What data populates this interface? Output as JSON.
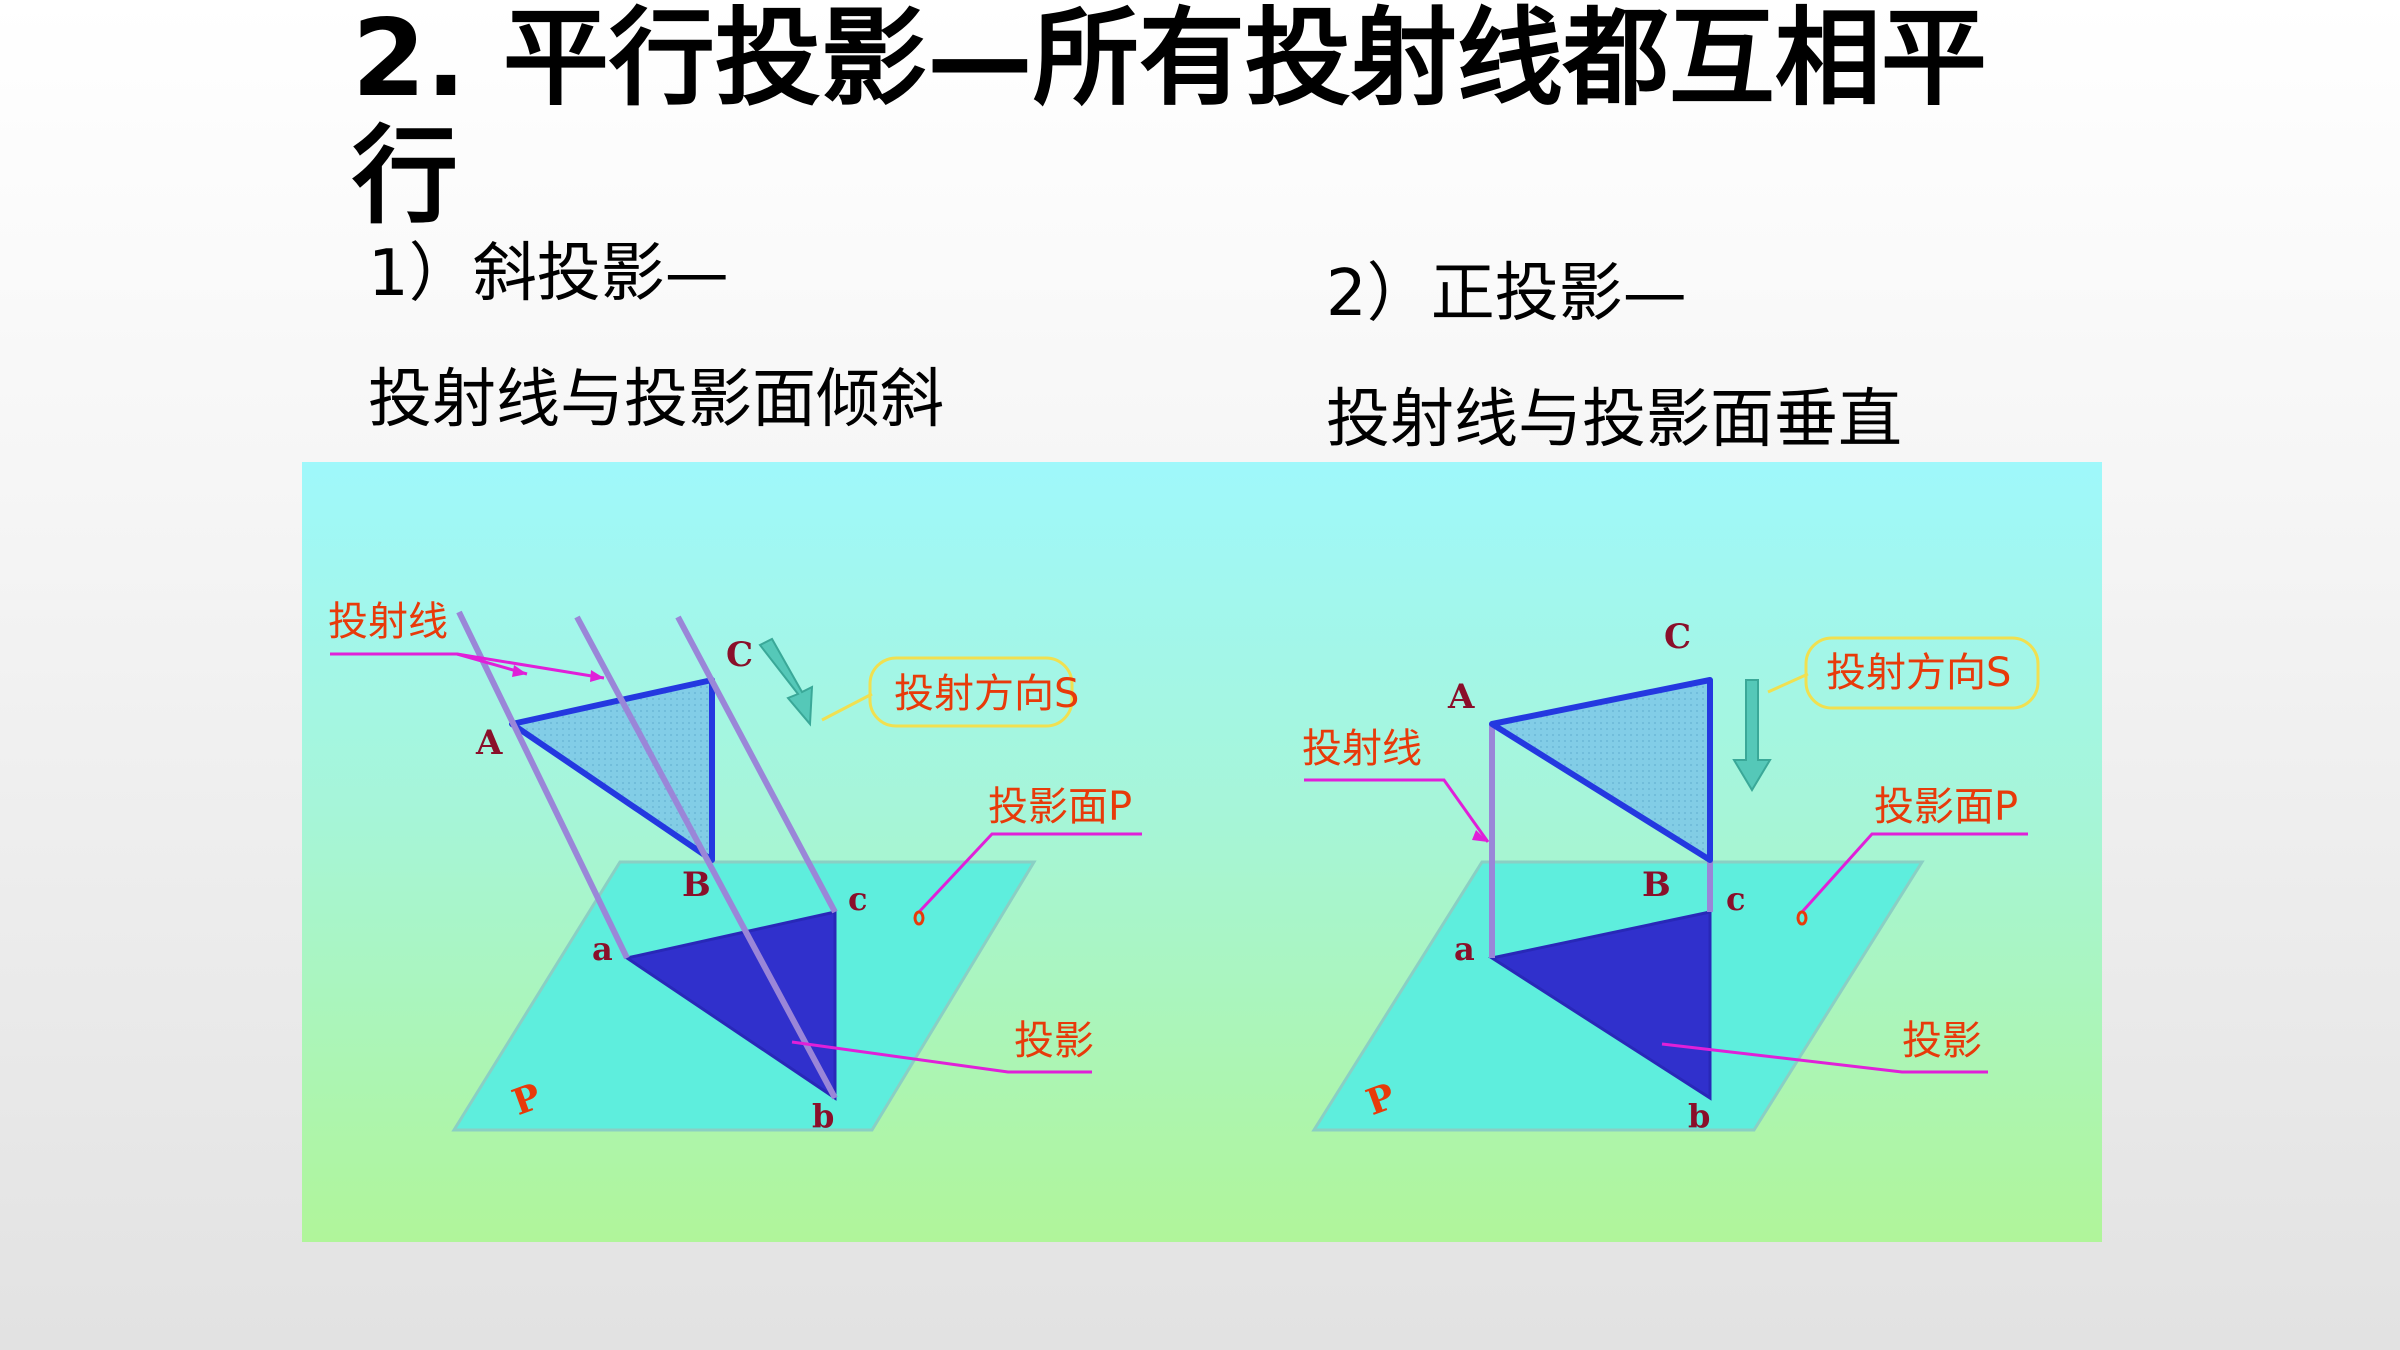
{
  "slide": {
    "title": "2. 平行投影—所有投射线都互相平行",
    "oblique": {
      "heading": "1）斜投影—",
      "description": "投射线与投影面倾斜"
    },
    "orthographic": {
      "heading": "2）正投影—",
      "description": "投射线与投影面垂直"
    }
  },
  "diagrams": {
    "oblique": {
      "projection_line_label": "投射线",
      "direction_label": "投射方向S",
      "plane_label": "投影面P",
      "projection_label": "投影",
      "plane_letter": "P",
      "point_A": "A",
      "point_B": "B",
      "point_C": "C",
      "point_a": "a",
      "point_b": "b",
      "point_c": "c"
    },
    "orthographic": {
      "projection_line_label": "投射线",
      "direction_label": "投射方向S",
      "plane_label": "投影面P",
      "projection_label": "投影",
      "plane_letter": "P",
      "point_A": "A",
      "point_B": "B",
      "point_C": "C",
      "point_a": "a",
      "point_b": "b",
      "point_c": "c"
    }
  },
  "colors": {
    "label_red": "#e83a0a",
    "point_label": "#8a0f2a",
    "leader_magenta": "#e020d8",
    "triangle_edge": "#2438e0",
    "triangle_fill": "#7cc6e8",
    "projection_fill": "#3030cc",
    "plane_fill": "#5eeedd",
    "projector": "#9a86d8",
    "arrow": "#55c8b8",
    "callout_border": "#f0e050"
  }
}
